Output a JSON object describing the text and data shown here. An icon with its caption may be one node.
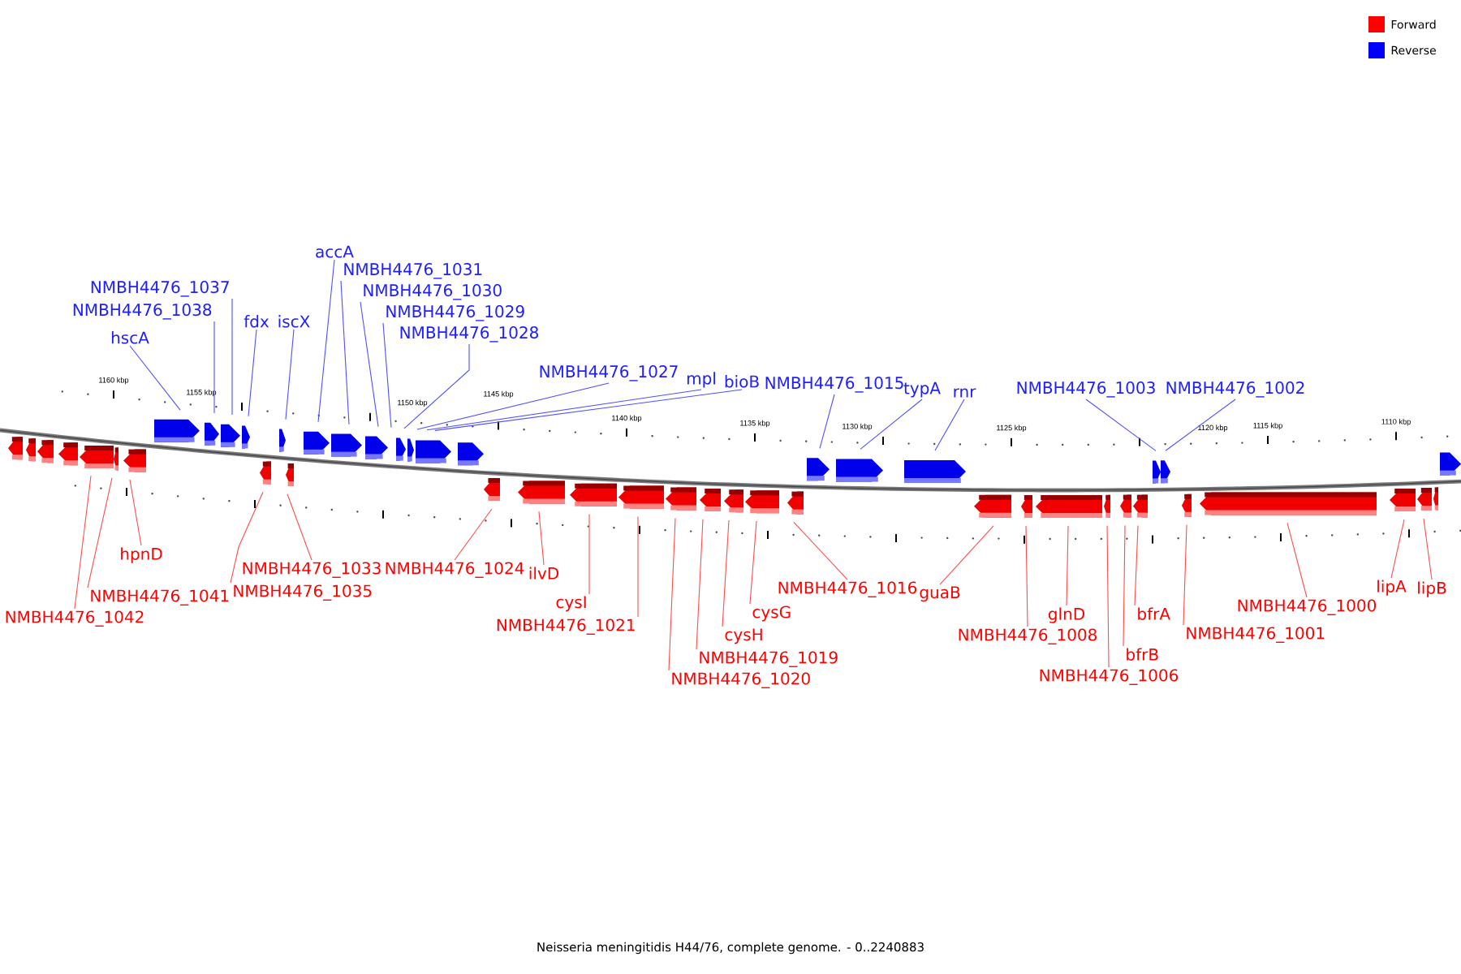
{
  "diagram": {
    "caption": "Neisseria meningitidis H44/76, complete genome. - 0..2240883",
    "nodes": [
      {
        "text": [
          "accA"
        ]
      },
      {
        "text": [
          "NMBH4476_1031"
        ]
      },
      {
        "text": [
          "NMBH4476_1030"
        ]
      },
      {
        "text": [
          "NMBH4476_1037"
        ]
      },
      {
        "text": [
          "NMBH4476_1029"
        ]
      },
      {
        "text": [
          "fdx"
        ]
      },
      {
        "text": [
          "iscX"
        ]
      },
      {
        "text": [
          "hscA"
        ]
      },
      {
        "text": [
          "NMBH4476_1028"
        ]
      },
      {
        "text": [
          "NMBH4476_1038"
        ]
      },
      {
        "text": [
          "NMBH4476_1027"
        ]
      },
      {
        "text": [
          "mpl"
        ]
      },
      {
        "text": [
          "bioB"
        ]
      },
      {
        "text": [
          "NMBH4476_1015"
        ]
      },
      {
        "text": [
          "typA"
        ]
      },
      {
        "text": [
          "rnr"
        ]
      },
      {
        "text": [
          "NMBH4476_1003"
        ]
      },
      {
        "text": [
          "NMBH4476_1002"
        ]
      },
      {
        "text": [
          "hpnD"
        ]
      },
      {
        "text": [
          "NMBH4476_1024"
        ]
      },
      {
        "text": [
          "NMBH4476_1033"
        ]
      },
      {
        "text": [
          "ilvD"
        ]
      },
      {
        "text": [
          "lipA"
        ]
      },
      {
        "text": [
          "NMBH4476_1016"
        ]
      },
      {
        "text": [
          "lipB"
        ]
      },
      {
        "text": [
          "NMBH4476_1035"
        ]
      },
      {
        "text": [
          "guaB"
        ]
      },
      {
        "text": [
          "NMBH4476_1041"
        ]
      },
      {
        "text": [
          "NMBH4476_1021"
        ]
      },
      {
        "text": [
          "NMBH4476_1000"
        ]
      },
      {
        "text": [
          "cysG"
        ]
      },
      {
        "text": [
          "glnD"
        ]
      },
      {
        "text": [
          "bfrA"
        ]
      },
      {
        "text": [
          "NMBH4476_1042"
        ]
      },
      {
        "text": [
          "cysI"
        ]
      },
      {
        "text": [
          "NMBH4476_1001"
        ]
      },
      {
        "text": [
          "cysH"
        ]
      },
      {
        "text": [
          "NMBH4476_1008"
        ]
      },
      {
        "text": [
          "bfrB"
        ]
      },
      {
        "text": [
          "NMBH4476_1019"
        ]
      },
      {
        "text": [
          "NMBH4476_1006"
        ]
      },
      {
        "text": [
          "NMBH4476_1020"
        ]
      }
    ],
    "edges": [
      {
        "from": 0,
        "to": null,
        "arrow": "none",
        "color": "#5050ff"
      },
      {
        "from": 1,
        "to": null,
        "arrow": "none",
        "color": "#5050ff"
      },
      {
        "from": 2,
        "to": null,
        "arrow": "none",
        "color": "#5050ff"
      },
      {
        "from": 3,
        "to": null,
        "arrow": "none",
        "color": "#5050ff"
      },
      {
        "from": 4,
        "to": null,
        "arrow": "none",
        "color": "#5050ff"
      },
      {
        "from": 5,
        "to": null,
        "arrow": "none",
        "color": "#5050ff"
      },
      {
        "from": 6,
        "to": null,
        "arrow": "none",
        "color": "#5050ff"
      },
      {
        "from": 7,
        "to": null,
        "arrow": "none",
        "color": "#5050ff"
      },
      {
        "from": 8,
        "to": null,
        "arrow": "none",
        "color": "#5050ff"
      },
      {
        "from": 9,
        "to": null,
        "arrow": "none",
        "color": "#5050ff"
      },
      {
        "from": 10,
        "to": null,
        "arrow": "none",
        "color": "#5050ff"
      },
      {
        "from": 11,
        "to": null,
        "arrow": "none",
        "color": "#5050ff"
      },
      {
        "from": 12,
        "to": null,
        "arrow": "none",
        "color": "#5050ff"
      },
      {
        "from": 13,
        "to": null,
        "arrow": "none",
        "color": "#5050ff"
      },
      {
        "from": 14,
        "to": null,
        "arrow": "none",
        "color": "#5050ff"
      },
      {
        "from": 15,
        "to": null,
        "arrow": "none",
        "color": "#5050ff"
      },
      {
        "from": 16,
        "to": null,
        "arrow": "none",
        "color": "#5050ff"
      },
      {
        "from": 17,
        "to": null,
        "arrow": "none",
        "color": "#5050ff"
      },
      {
        "from": 18,
        "to": null,
        "arrow": "none"
      },
      {
        "from": 19,
        "to": null,
        "arrow": "none"
      },
      {
        "from": 20,
        "to": null,
        "arrow": "none"
      },
      {
        "from": 21,
        "to": null,
        "arrow": "none"
      },
      {
        "from": 22,
        "to": null,
        "arrow": "none"
      },
      {
        "from": 23,
        "to": null,
        "arrow": "none"
      },
      {
        "from": 24,
        "to": null,
        "arrow": "none"
      },
      {
        "from": 25,
        "to": null,
        "arrow": "none"
      },
      {
        "from": 26,
        "to": null,
        "arrow": "none"
      },
      {
        "from": 27,
        "to": null,
        "arrow": "none"
      },
      {
        "from": 28,
        "to": null,
        "arrow": "none"
      },
      {
        "from": 29,
        "to": null,
        "arrow": "none"
      },
      {
        "from": 30,
        "to": null,
        "arrow": "none"
      },
      {
        "from": 31,
        "to": null,
        "arrow": "none"
      },
      {
        "from": 32,
        "to": null,
        "arrow": "none"
      },
      {
        "from": 33,
        "to": null,
        "arrow": "none"
      },
      {
        "from": 34,
        "to": null,
        "arrow": "none"
      },
      {
        "from": 35,
        "to": null,
        "arrow": "none"
      },
      {
        "from": 36,
        "to": null,
        "arrow": "none"
      },
      {
        "from": 37,
        "to": null,
        "arrow": "none"
      },
      {
        "from": 38,
        "to": null,
        "arrow": "none"
      },
      {
        "from": 39,
        "to": null,
        "arrow": "none"
      },
      {
        "from": 40,
        "to": null,
        "arrow": "none"
      },
      {
        "from": 41,
        "to": null,
        "arrow": "none"
      }
    ],
    "labels": [
      "1160 kbp",
      "1155 kbp",
      "1150 kbp",
      "1145 kbp",
      "1140 kbp",
      "1135 kbp",
      "1130 kbp",
      "1125 kbp",
      "1120 kbp",
      "1115 kbp",
      "1110 kbp"
    ],
    "legend": [
      {
        "text": "Forward",
        "color": "#ff0000"
      },
      {
        "text": "Reverse",
        "color": "#0000ff"
      }
    ]
  }
}
